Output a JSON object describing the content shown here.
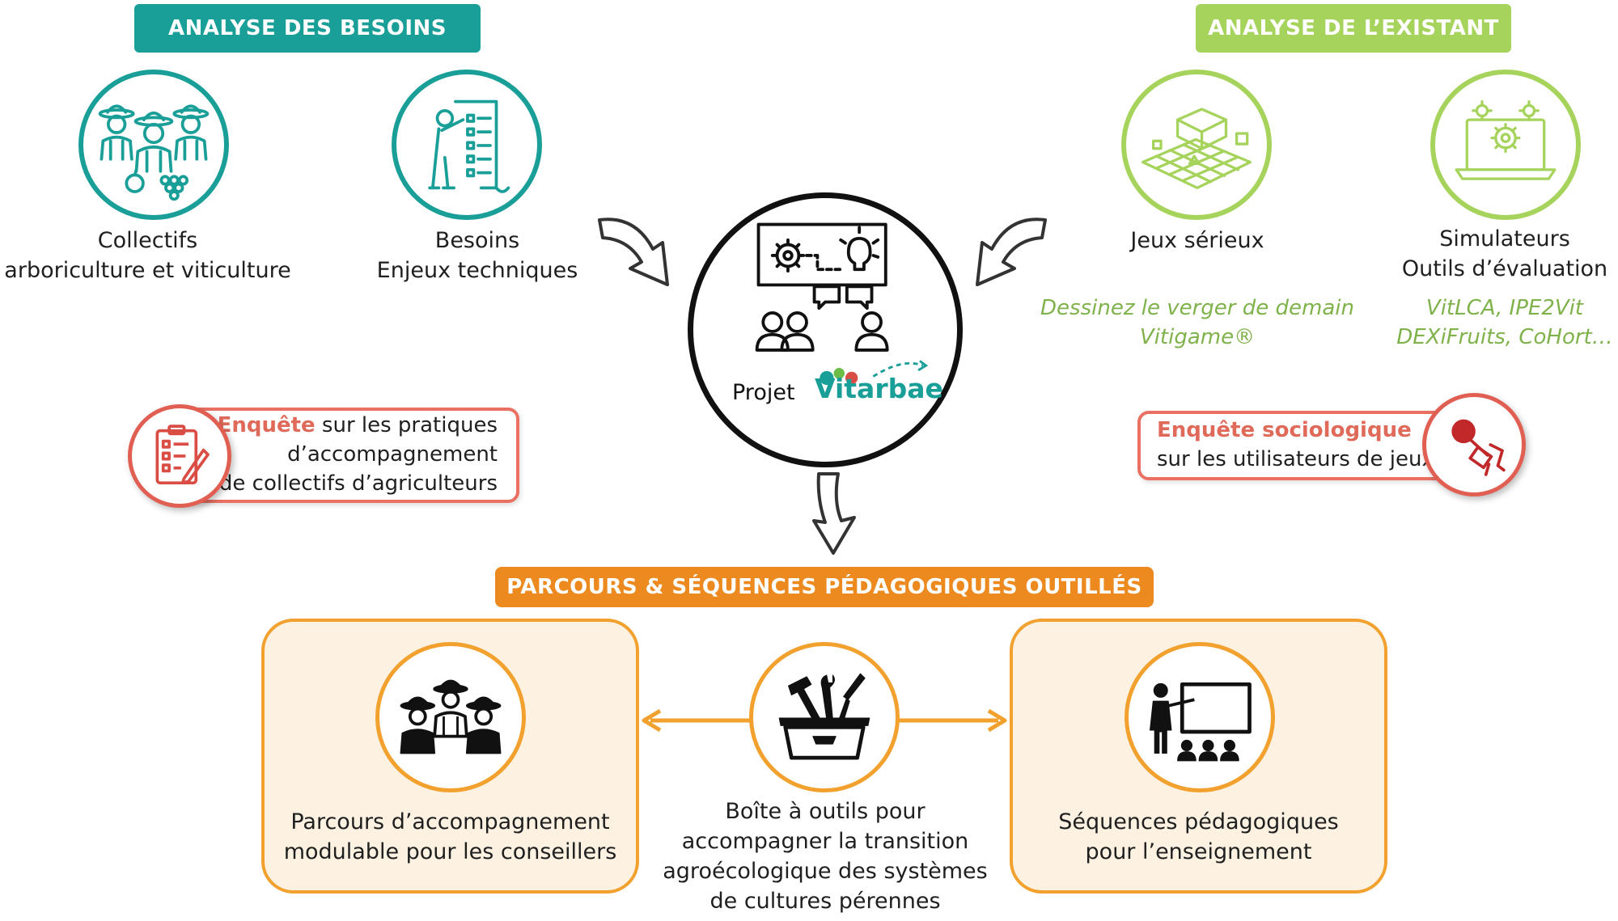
{
  "colors": {
    "teal": "#1a9e98",
    "green": "#a6d35b",
    "green_text": "#7fb24a",
    "orange": "#f2a12e",
    "orange_dark": "#ec8a1f",
    "coral": "#e06a5a",
    "box_fill": "#fdf2e2"
  },
  "left": {
    "banner": "ANALYSE DES BESOINS",
    "item1": {
      "icon": "farmers-icon",
      "line1": "Collectifs",
      "line2": "arboriculture et viticulture"
    },
    "item2": {
      "icon": "checklist-icon",
      "line1": "Besoins",
      "line2": "Enjeux techniques"
    },
    "survey": {
      "icon": "clipboard-icon",
      "highlight": "Enquête",
      "rest1": " sur les pratiques",
      "line2": "d’accompagnement",
      "line3": "de collectifs d’agriculteurs"
    }
  },
  "right": {
    "banner": "ANALYSE DE L’EXISTANT",
    "item1": {
      "icon": "game-board-icon",
      "line1": "Jeux sérieux",
      "ex1": "Dessinez le verger de demain",
      "ex2": "Vitigame®"
    },
    "item2": {
      "icon": "laptop-gears-icon",
      "line1": "Simulateurs",
      "line2": "Outils d’évaluation",
      "ex1": "VitLCA, IPE2Vit",
      "ex2": "DEXiFruits, CoHort…"
    },
    "survey": {
      "icon": "microphone-icon",
      "highlight": "Enquête sociologique",
      "line2": "sur les utilisateurs de jeux"
    }
  },
  "center": {
    "icon": "workshop-icon",
    "projet": "Projet",
    "logo": "Vitarbae"
  },
  "bottom": {
    "banner": "PARCOURS & SÉQUENCES PÉDAGOGIQUES OUTILLÉS",
    "left": {
      "icon": "farmers-icon",
      "line1": "Parcours d’accompagnement",
      "line2": "modulable pour les conseillers"
    },
    "middle": {
      "icon": "toolbox-icon",
      "line1": "Boîte à outils pour",
      "line2": "accompagner la transition",
      "line3": "agroécologique des systèmes",
      "line4": "de cultures pérennes"
    },
    "right": {
      "icon": "teacher-icon",
      "line1": "Séquences pédagogiques",
      "line2": "pour l’enseignement"
    }
  }
}
